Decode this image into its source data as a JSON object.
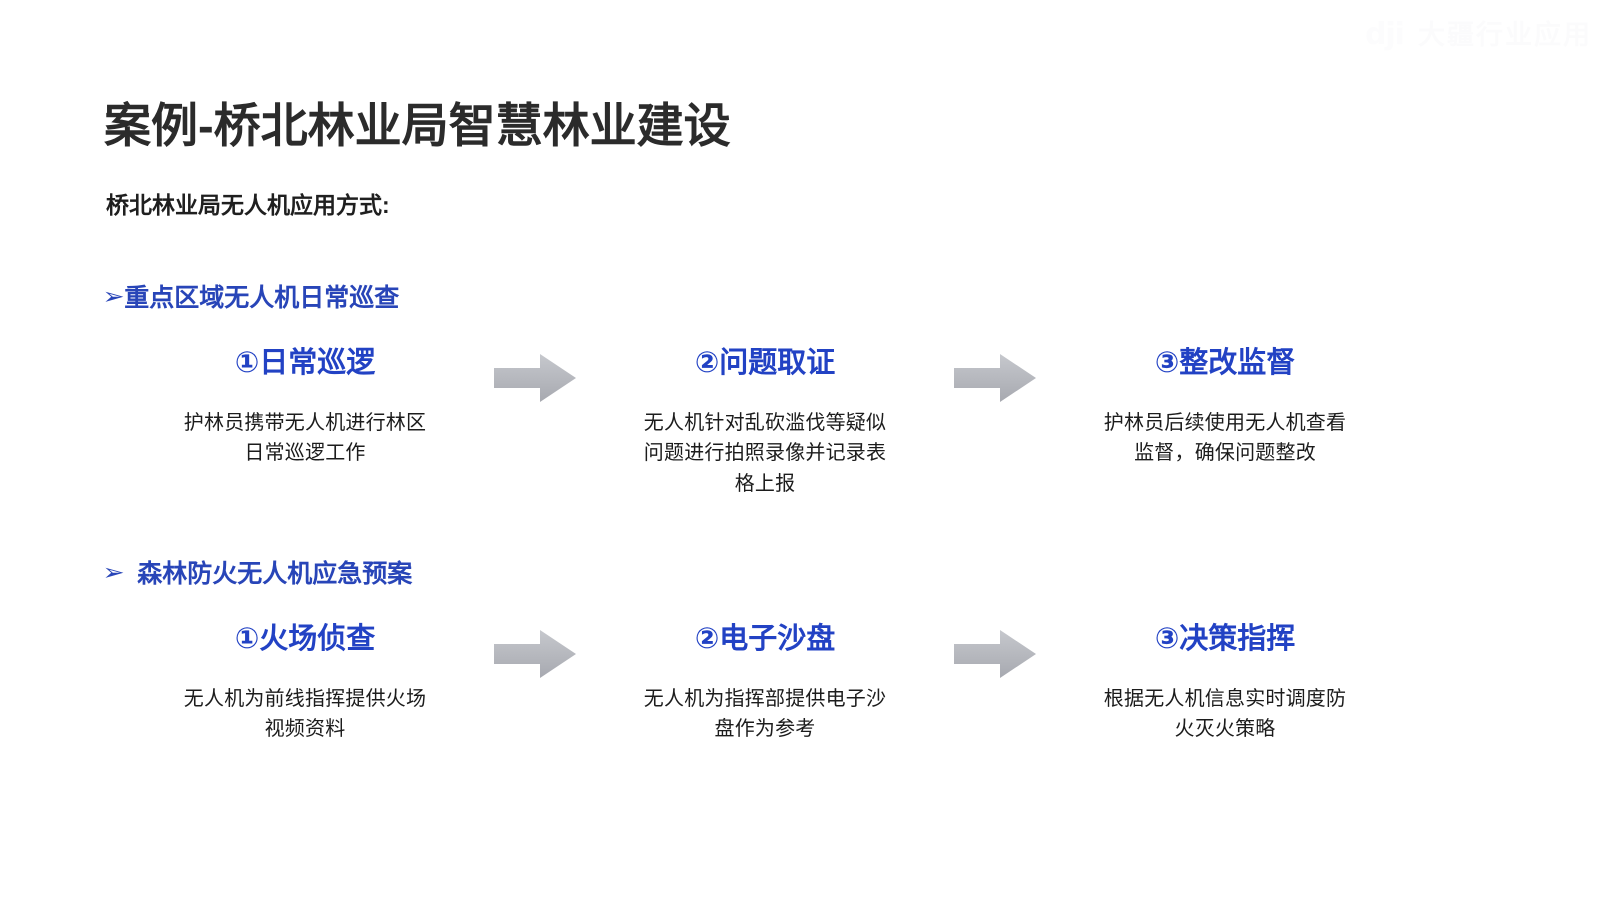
{
  "watermark": {
    "logo": "dji",
    "text": "大疆行业应用"
  },
  "slide": {
    "title": "案例-桥北林业局智慧林业建设",
    "subtitle": "桥北林业局无人机应用方式:",
    "colors": {
      "title": "#2b2b2b",
      "section_blue": "#2845b8",
      "step_blue": "#2242c4",
      "arrow_gray": "#b2b4ba",
      "body_text": "#1c1c1c",
      "background": "#ffffff"
    },
    "sections": [
      {
        "bullet": "➢",
        "label": "重点区域无人机日常巡查",
        "steps": [
          {
            "title": "①日常巡逻",
            "desc": "护林员携带无人机进行林区日常巡逻工作"
          },
          {
            "title": "②问题取证",
            "desc": "无人机针对乱砍滥伐等疑似问题进行拍照录像并记录表格上报"
          },
          {
            "title": "③整改监督",
            "desc": "护林员后续使用无人机查看监督，确保问题整改"
          }
        ]
      },
      {
        "bullet": "➢",
        "label": "森林防火无人机应急预案",
        "steps": [
          {
            "title": "①火场侦查",
            "desc": "无人机为前线指挥提供火场视频资料"
          },
          {
            "title": "②电子沙盘",
            "desc": "无人机为指挥部提供电子沙盘作为参考"
          },
          {
            "title": "③决策指挥",
            "desc": "根据无人机信息实时调度防火灭火策略"
          }
        ]
      }
    ]
  }
}
